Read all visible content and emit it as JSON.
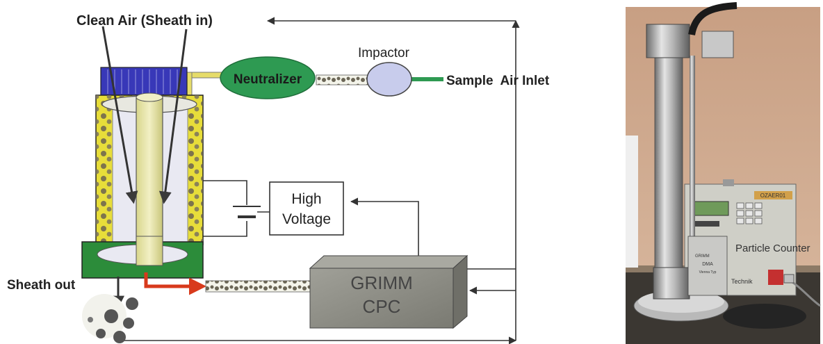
{
  "diagram": {
    "labels": {
      "clean_air": "Clean Air (Sheath in)",
      "impactor": "Impactor",
      "neutralizer": "Neutralizer",
      "sample_air_inlet": "Sample  Air Inlet",
      "high_voltage_line1": "High",
      "high_voltage_line2": "Voltage",
      "grimm_line1": "GRIMM",
      "grimm_line2": "CPC",
      "sheath_out": "Sheath out"
    }
  },
  "photo": {
    "panel_text": "OZAER01",
    "particle_counter_label": "Particle Counter",
    "dma_brand": "GRIMM",
    "dma_label": "DMA",
    "dma_sub": "Vienna Typ",
    "technik_label": "Technik"
  },
  "colors": {
    "neutralizer_green": "#2e9a52",
    "cylinder_yellow": "#e7dd3a",
    "base_green": "#2c8c3a",
    "cap_blue": "#3838b8",
    "cpc_gray": "#8e8e86",
    "arrow_red": "#d83a1c",
    "photo_wall": "#cda78b"
  }
}
